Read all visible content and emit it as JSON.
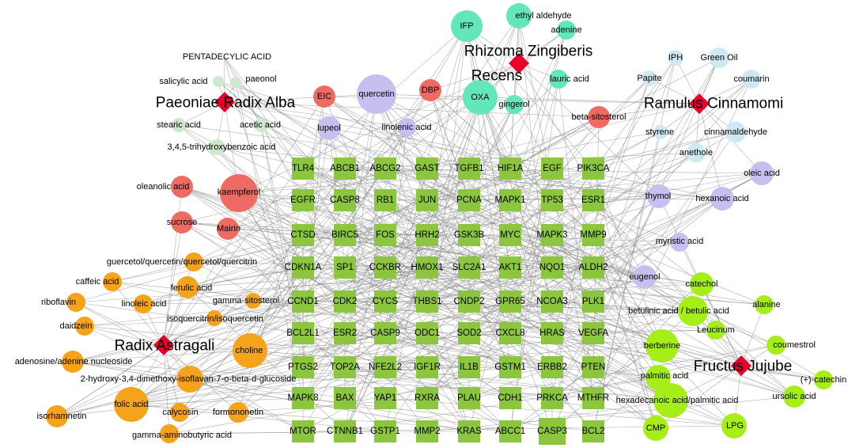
{
  "colors": {
    "edge": "#8c8c8c",
    "herb_diamond": "#e8002a",
    "target_square": "#8cc63f",
    "Paeoniae Radix Alba": "#cde8cc",
    "Radix Astragali": "#f5a31a",
    "Rhizoma Zingiberis Recens": "#63e6bc",
    "Ramulus Cinnamomi": "#cfe9f2",
    "Fructus Jujube": "#a6ee17",
    "red_group": "#ef6a62",
    "purple_group": "#c8bff0"
  },
  "herbs": [
    {
      "id": "paeoniae",
      "lines": [
        "Paeoniae Radix Alba"
      ]
    },
    {
      "id": "astragali",
      "lines": [
        "Radix Astragali"
      ]
    },
    {
      "id": "zingiberis",
      "lines": [
        "Rhizoma Zingiberis",
        "Recens"
      ]
    },
    {
      "id": "cinnamomi",
      "lines": [
        "Ramulus Cinnamomi"
      ]
    },
    {
      "id": "jujube",
      "lines": [
        "Fructus Jujube"
      ]
    }
  ],
  "ingredients": [
    {
      "label": "PENTADECYLIC ACID",
      "group": "Paeoniae Radix Alba"
    },
    {
      "label": "salicylic acid",
      "group": "Paeoniae Radix Alba"
    },
    {
      "label": "paeonol",
      "group": "Paeoniae Radix Alba"
    },
    {
      "label": "stearic acid",
      "group": "Paeoniae Radix Alba"
    },
    {
      "label": "acetic acid",
      "group": "Paeoniae Radix Alba"
    },
    {
      "label": "3,4,5-trihydroxybenzoic acid",
      "group": "Paeoniae Radix Alba"
    },
    {
      "label": "EIC",
      "group": "red_group"
    },
    {
      "label": "DBP",
      "group": "red_group"
    },
    {
      "label": "beta-sitosterol",
      "group": "red_group"
    },
    {
      "label": "oleanolic acid",
      "group": "red_group"
    },
    {
      "label": "kaempferol",
      "group": "red_group"
    },
    {
      "label": "sucrose",
      "group": "red_group"
    },
    {
      "label": "Mairin",
      "group": "red_group"
    },
    {
      "label": "quercetin",
      "group": "purple_group"
    },
    {
      "label": "lupeol",
      "group": "purple_group"
    },
    {
      "label": "linolenic acid",
      "group": "purple_group"
    },
    {
      "label": "oleic acid",
      "group": "purple_group"
    },
    {
      "label": "thymol",
      "group": "purple_group"
    },
    {
      "label": "hexanoic acid",
      "group": "purple_group"
    },
    {
      "label": "myristic acid",
      "group": "purple_group"
    },
    {
      "label": "eugenol",
      "group": "purple_group"
    },
    {
      "label": "IFP",
      "group": "Rhizoma Zingiberis Recens"
    },
    {
      "label": "ethyl aldehyde",
      "group": "Rhizoma Zingiberis Recens"
    },
    {
      "label": "adenine",
      "group": "Rhizoma Zingiberis Recens"
    },
    {
      "label": "OXA",
      "group": "Rhizoma Zingiberis Recens"
    },
    {
      "label": "lauric acid",
      "group": "Rhizoma Zingiberis Recens"
    },
    {
      "label": "gingerol",
      "group": "Rhizoma Zingiberis Recens"
    },
    {
      "label": "IPH",
      "group": "Ramulus Cinnamomi"
    },
    {
      "label": "Green Oil",
      "group": "Ramulus Cinnamomi"
    },
    {
      "label": "Papite",
      "group": "Ramulus Cinnamomi"
    },
    {
      "label": "coumarin",
      "group": "Ramulus Cinnamomi"
    },
    {
      "label": "styrene",
      "group": "Ramulus Cinnamomi"
    },
    {
      "label": "cinnamaldehyde",
      "group": "Ramulus Cinnamomi"
    },
    {
      "label": "anethole",
      "group": "Ramulus Cinnamomi"
    },
    {
      "label": "guercetol/quercetin/quercetol/quercitrin",
      "group": "Radix Astragali"
    },
    {
      "label": "caffeic acid",
      "group": "Radix Astragali"
    },
    {
      "label": "ferulic acid",
      "group": "Radix Astragali"
    },
    {
      "label": "riboflavin",
      "group": "Radix Astragali"
    },
    {
      "label": "linoleic acid",
      "group": "Radix Astragali"
    },
    {
      "label": "gamma-sitosterol",
      "group": "Radix Astragali"
    },
    {
      "label": "daidzein",
      "group": "Radix Astragali"
    },
    {
      "label": "isoquercitrin/isoquercetin",
      "group": "Radix Astragali"
    },
    {
      "label": "choline",
      "group": "Radix Astragali"
    },
    {
      "label": "adenosine/adenine nucleoside",
      "group": "Radix Astragali"
    },
    {
      "label": "2-hydroxy-3,4-dimethoxy-isoflavan-7-o-beta-d-glucoside",
      "group": "Radix Astragali"
    },
    {
      "label": "folic acid",
      "group": "Radix Astragali"
    },
    {
      "label": "calycosin",
      "group": "Radix Astragali"
    },
    {
      "label": "formononetin",
      "group": "Radix Astragali"
    },
    {
      "label": "isorhamnetin",
      "group": "Radix Astragali"
    },
    {
      "label": "gamma-aminobutyric acid",
      "group": "Radix Astragali"
    },
    {
      "label": "catechol",
      "group": "Fructus Jujube"
    },
    {
      "label": "alanine",
      "group": "Fructus Jujube"
    },
    {
      "label": "betulinic acid / betulic acid",
      "group": "Fructus Jujube"
    },
    {
      "label": "Leucinum",
      "group": "Fructus Jujube"
    },
    {
      "label": "berberine",
      "group": "Fructus Jujube"
    },
    {
      "label": "coumestrol",
      "group": "Fructus Jujube"
    },
    {
      "label": "palmitic acid",
      "group": "Fructus Jujube"
    },
    {
      "label": "(+)-catechin",
      "group": "Fructus Jujube"
    },
    {
      "label": "hexadecanoic acid/palmitic acid",
      "group": "Fructus Jujube"
    },
    {
      "label": "ursolic acid",
      "group": "Fructus Jujube"
    },
    {
      "label": "CMP",
      "group": "Fructus Jujube"
    },
    {
      "label": "LPG",
      "group": "Fructus Jujube"
    }
  ],
  "targets": [
    [
      "TLR4",
      "ABCB1",
      "ABCG2",
      "GAST",
      "TGFB1",
      "HIF1A",
      "EGF",
      "PIK3CA"
    ],
    [
      "EGFR",
      "CASP8",
      "RB1",
      "JUN",
      "PCNA",
      "MAPK1",
      "TP53",
      "ESR1"
    ],
    [
      "CTSD",
      "BIRC5",
      "FOS",
      "HRH2",
      "GSK3B",
      "MYC",
      "MAPK3",
      "MMP9"
    ],
    [
      "CDKN1A",
      "SP1",
      "CCKBR",
      "HMOX1",
      "SLC2A1",
      "AKT1",
      "NQO1",
      "ALDH2"
    ],
    [
      "CCND1",
      "CDK2",
      "CYCS",
      "THBS1",
      "CNDP2",
      "GPR65",
      "NCOA3",
      "PLK1"
    ],
    [
      "BCL2L1",
      "ESR2",
      "CASP9",
      "ODC1",
      "SOD2",
      "CXCL8",
      "HRAS",
      "VEGFA"
    ],
    [
      "PTGS2",
      "TOP2A",
      "NFE2L2",
      "IGF1R",
      "IL1B",
      "GSTM1",
      "ERBB2",
      "PTEN"
    ],
    [
      "MAPK8",
      "BAX",
      "YAP1",
      "RXRA",
      "PLAU",
      "CDH1",
      "PRKCA",
      "MTHFR"
    ],
    [
      "MTOR",
      "CTNNB1",
      "GSTP1",
      "MMP2",
      "KRAS",
      "ABCC1",
      "CASP3",
      "BCL2"
    ]
  ]
}
